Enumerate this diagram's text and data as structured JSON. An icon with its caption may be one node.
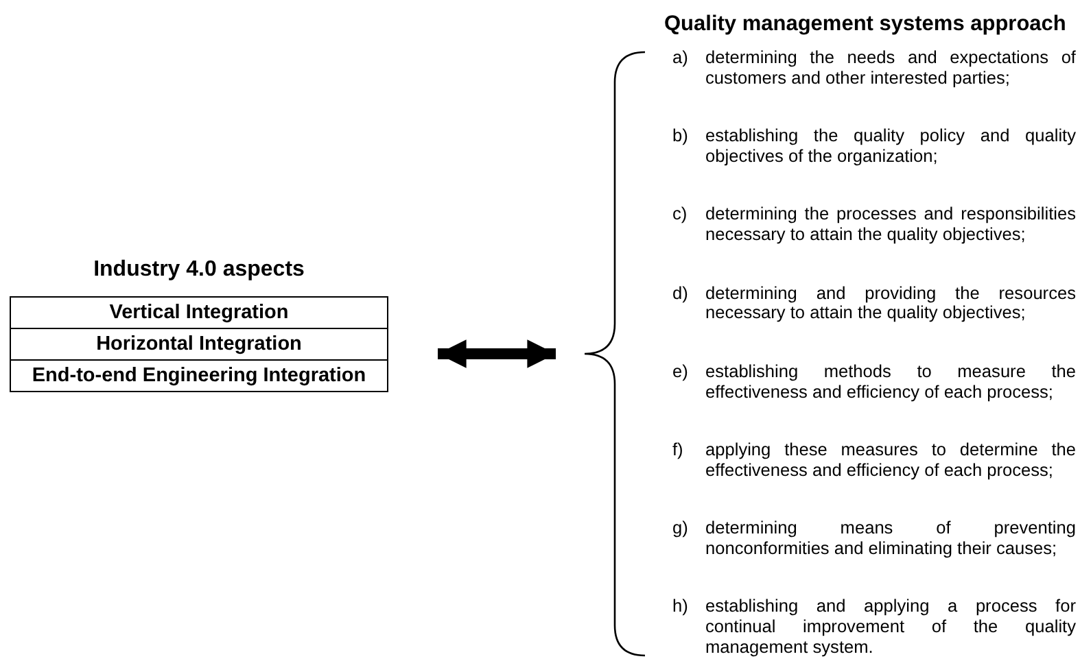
{
  "diagram": {
    "nodes": [
      {
        "text": [
          "Industry 4.0 aspects"
        ]
      },
      {
        "text": [
          "Vertical Integration"
        ],
        "in": 0
      },
      {
        "text": [
          "Horizontal Integration"
        ],
        "in": 0
      },
      {
        "text": [
          "End-to-end Engineering Integration"
        ],
        "in": 0
      },
      {
        "text": [
          "Quality management systems approach",
          "a) determining the needs and expectations of customers and other interested parties;",
          "b) establishing the quality policy and quality objectives of the organization;",
          "c) determining the processes and responsibilities necessary to attain the quality objectives;",
          "d) determining and providing the resources necessary to attain the quality objectives;",
          "e) establishing methods to measure the effectiveness and efficiency of each process;",
          "f) applying these measures to determine the effectiveness and efficiency of each process;",
          "g) determining means of preventing nonconformities and eliminating their causes;",
          "h) establishing and applying a process for continual improvement of the quality management system."
        ]
      }
    ],
    "edges": [
      {
        "from": 0,
        "to": 4,
        "arrow": "both"
      }
    ]
  }
}
